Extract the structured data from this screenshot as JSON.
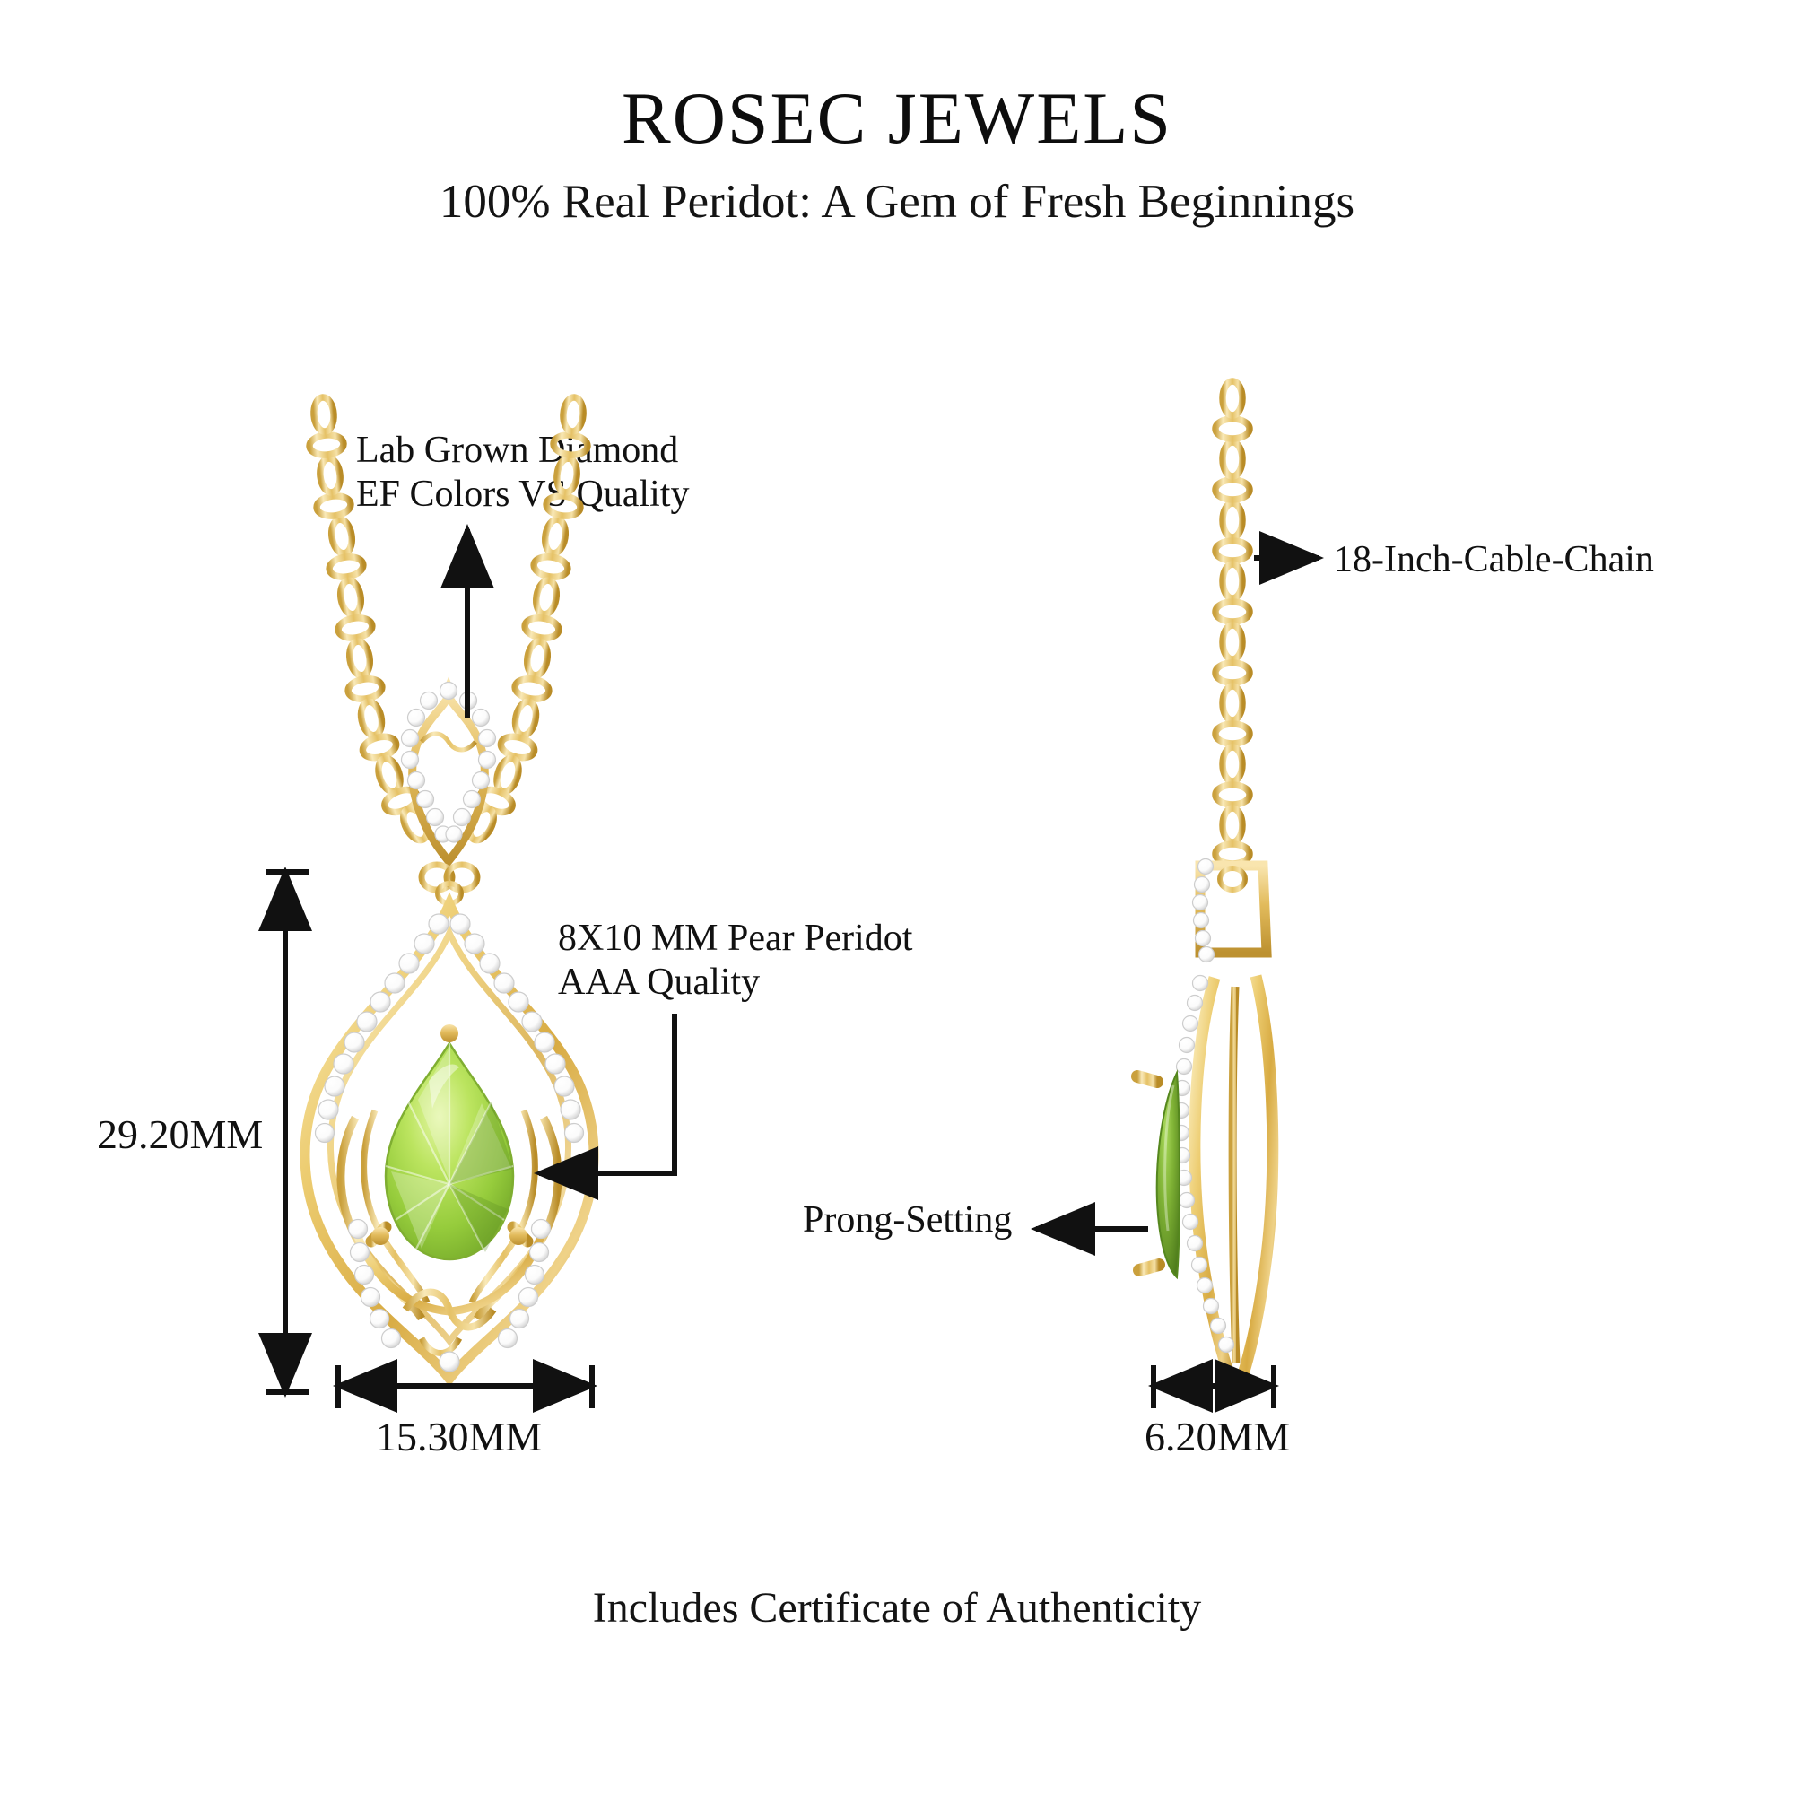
{
  "header": {
    "brand": "ROSEC JEWELS",
    "tagline": "100% Real Peridot: A Gem of Fresh Beginnings"
  },
  "footer": {
    "note": "Includes Certificate of Authenticity"
  },
  "callouts": {
    "diamond": {
      "line1": "Lab Grown Diamond",
      "line2": "EF Colors VS Quality"
    },
    "peridot": {
      "line1": "8X10 MM Pear Peridot",
      "line2": "AAA Quality"
    },
    "chain": {
      "line1": "18-Inch-Cable-Chain"
    },
    "prong": {
      "line1": "Prong-Setting"
    }
  },
  "dimensions": {
    "height": "29.20MM",
    "width": "15.30MM",
    "depth": "6.20MM"
  },
  "colors": {
    "gold_light": "#f7dfa0",
    "gold_mid": "#e8c466",
    "gold_dark": "#c79a32",
    "gold_deep": "#a87d1f",
    "peridot_light": "#d7ef8d",
    "peridot_mid": "#a8d94a",
    "peridot_dark": "#7cb030",
    "peridot_deep": "#5d8f23",
    "diamond": "#ffffff",
    "diamond_edge": "#cfcfcf",
    "ink": "#111111",
    "background": "#ffffff"
  },
  "product": {
    "type": "pendant-necklace",
    "views": [
      "front",
      "side"
    ],
    "center_stone": "Pear Peridot",
    "accent_stones": "Lab Grown Diamond",
    "metal": "Yellow Gold",
    "setting": "Prong-Setting",
    "chain": "18-Inch-Cable-Chain"
  }
}
